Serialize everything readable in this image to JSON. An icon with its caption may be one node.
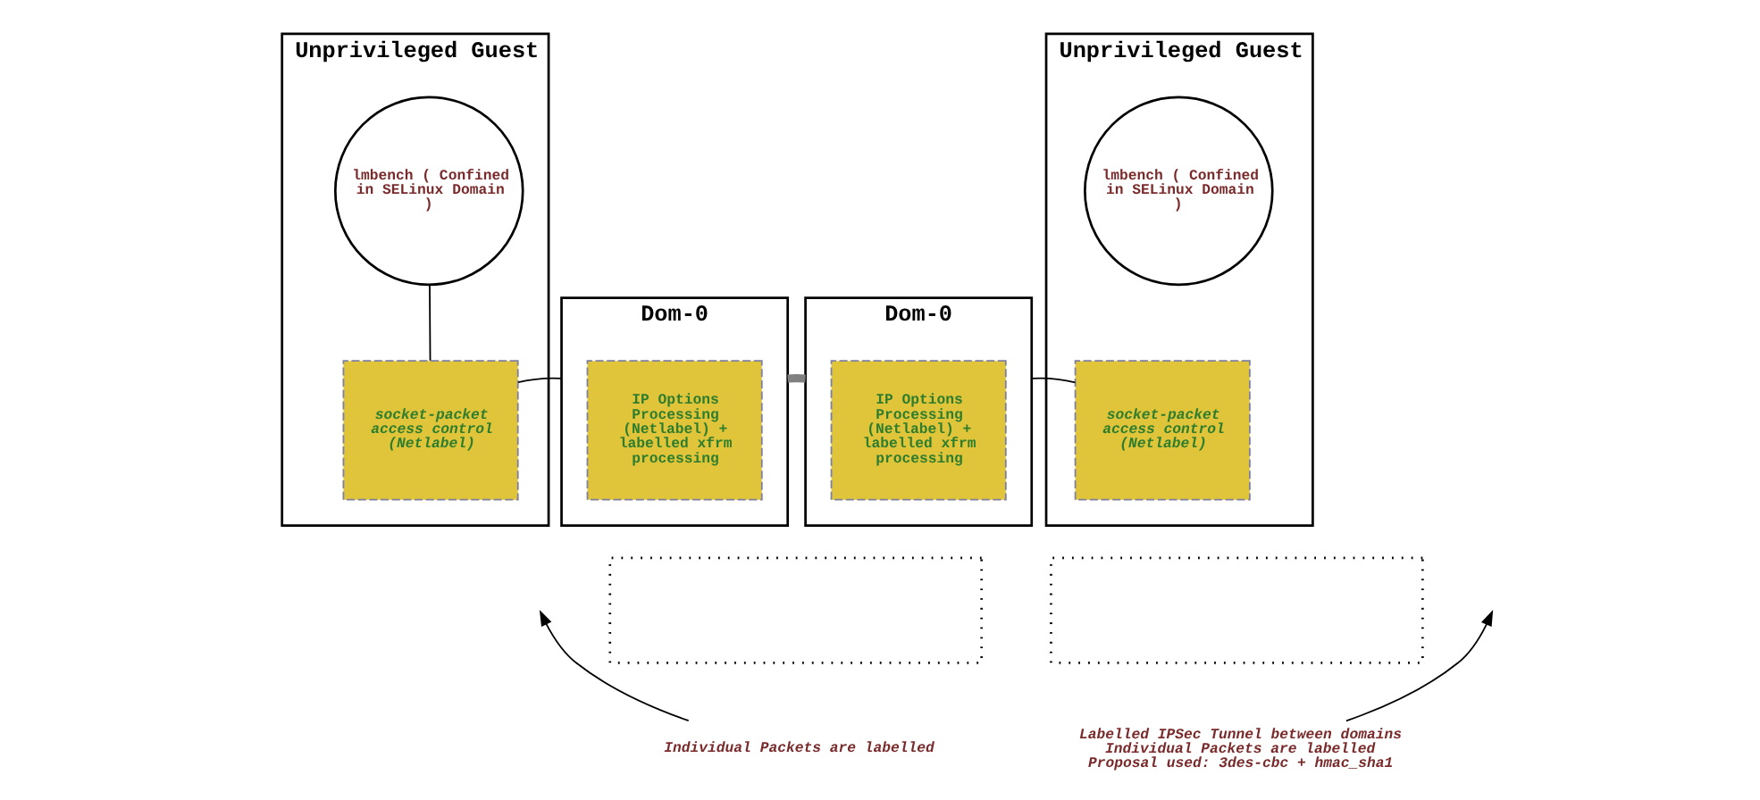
{
  "diagram": {
    "nodes": [
      {
        "text": [
          "Unprivileged Guest"
        ]
      },
      {
        "text": [
          "lmbench ( Confined in SELinux Domain )"
        ],
        "in": 0
      },
      {
        "text": [
          "socket-packet access control (Netlabel)"
        ],
        "in": 0
      },
      {
        "text": [
          "Dom-0"
        ]
      },
      {
        "text": [
          "IP Options Processing (Netlabel) + labelled xfrm processing"
        ],
        "in": 3
      },
      {
        "text": [
          "Dom-0"
        ]
      },
      {
        "text": [
          "IP Options Processing (Netlabel) + labelled xfrm processing"
        ],
        "in": 5
      },
      {
        "text": [
          "Unprivileged Guest"
        ]
      },
      {
        "text": [
          "lmbench ( Confined in SELinux Domain )"
        ],
        "in": 7
      },
      {
        "text": [
          "socket-packet access control (Netlabel)"
        ],
        "in": 7
      },
      {
        "text": [],
        "shape": "box"
      },
      {
        "text": [],
        "shape": "box"
      },
      {
        "text": [
          "Individual Packets are labelled"
        ]
      },
      {
        "text": [
          "Labelled IPSec Tunnel between domains",
          "Individual Packets are labelled",
          "Proposal used: 3des-cbc + hmac_sha1"
        ]
      }
    ],
    "edges": [
      {
        "from": 1,
        "to": 2,
        "arrow": "none"
      },
      {
        "from": 2,
        "to": 3,
        "arrow": "none"
      },
      {
        "from": 3,
        "to": 5,
        "arrow": "none",
        "style": "thick",
        "color": "#808080"
      },
      {
        "from": 5,
        "to": 9,
        "arrow": "none"
      },
      {
        "from": 12,
        "to": null,
        "arrow": "to"
      },
      {
        "from": 13,
        "to": null,
        "arrow": "to"
      }
    ]
  }
}
